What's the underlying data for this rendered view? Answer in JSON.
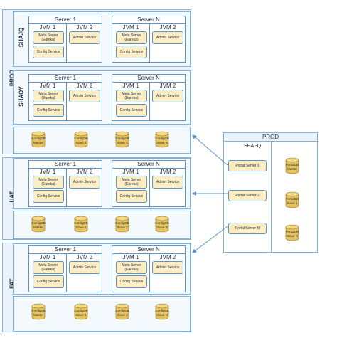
{
  "environments": [
    {
      "label": "PROD",
      "regions": [
        {
          "label": "SHAJQ",
          "servers": [
            {
              "title": "Server 1",
              "jvm1": "JVM 1",
              "jvm2": "JVM 2",
              "meta": "Meta Server\n(Eureka)",
              "admin": "Admin Service",
              "config": "Config Service"
            },
            {
              "title": "Server N",
              "jvm1": "JVM 1",
              "jvm2": "JVM 2",
              "meta": "Meta Server\n(Eureka)",
              "admin": "Admin Service",
              "config": "Config Service"
            }
          ]
        },
        {
          "label": "SHAOY",
          "servers": [
            {
              "title": "Server 1",
              "jvm1": "JVM 1",
              "jvm2": "JVM 2",
              "meta": "Meta Server\n(Eureka)",
              "admin": "Admin Service",
              "config": "Config Service"
            },
            {
              "title": "Server N",
              "jvm1": "JVM 1",
              "jvm2": "JVM 2",
              "meta": "Meta Server\n(Eureka)",
              "admin": "Admin Service",
              "config": "Config Service"
            }
          ]
        }
      ],
      "dbs": [
        {
          "name": "ConfigDB",
          "role": "Master"
        },
        {
          "name": "ConfigDB",
          "role": "Slave 1"
        },
        {
          "name": "ConfigDB",
          "role": "Slave 2"
        },
        {
          "name": "ConfigDB",
          "role": "Slave N"
        }
      ]
    },
    {
      "label": "UAT",
      "servers": [
        {
          "title": "Server 1",
          "jvm1": "JVM 1",
          "jvm2": "JVM 2",
          "meta": "Meta Server\n(Eureka)",
          "admin": "Admin Service",
          "config": "Config Service"
        },
        {
          "title": "Server N",
          "jvm1": "JVM 1",
          "jvm2": "JVM 2",
          "meta": "Meta Server\n(Eureka)",
          "admin": "Admin Service",
          "config": "Config Service"
        }
      ],
      "dbs": [
        {
          "name": "ConfigDB",
          "role": "Master"
        },
        {
          "name": "ConfigDB",
          "role": "Slave 1"
        },
        {
          "name": "ConfigDB",
          "role": "Slave 2"
        },
        {
          "name": "ConfigDB",
          "role": "Slave N"
        }
      ]
    },
    {
      "label": "FAT",
      "servers": [
        {
          "title": "Server 1",
          "jvm1": "JVM 1",
          "jvm2": "JVM 2",
          "meta": "Meta Server\n(Eureka)",
          "admin": "Admin Service",
          "config": "Config Service"
        },
        {
          "title": "Server N",
          "jvm1": "JVM 1",
          "jvm2": "JVM 2",
          "meta": "Meta Server\n(Eureka)",
          "admin": "Admin Service",
          "config": "Config Service"
        }
      ],
      "dbs": [
        {
          "name": "ConfigDB",
          "role": "Master"
        },
        {
          "name": "ConfigDB",
          "role": "Slave 1"
        },
        {
          "name": "ConfigDB",
          "role": "Slave 2"
        },
        {
          "name": "ConfigDB",
          "role": "Slave N"
        }
      ]
    }
  ],
  "portal": {
    "title": "PROD",
    "region": "SHAFQ",
    "servers": [
      "Portal Server 1",
      "Portal Server 2",
      "Portal Server N"
    ],
    "dbs": [
      {
        "name": "PortalDB",
        "role": "Master"
      },
      {
        "name": "PortalDB",
        "role": "Slave 1"
      },
      {
        "name": "PortalDB",
        "role": "Slave N"
      }
    ]
  },
  "colors": {
    "line": "#5a94c9",
    "service_fill": "#fcedc4",
    "db_fill": "#e8c25a",
    "band_fill": "#eaf3fb"
  }
}
